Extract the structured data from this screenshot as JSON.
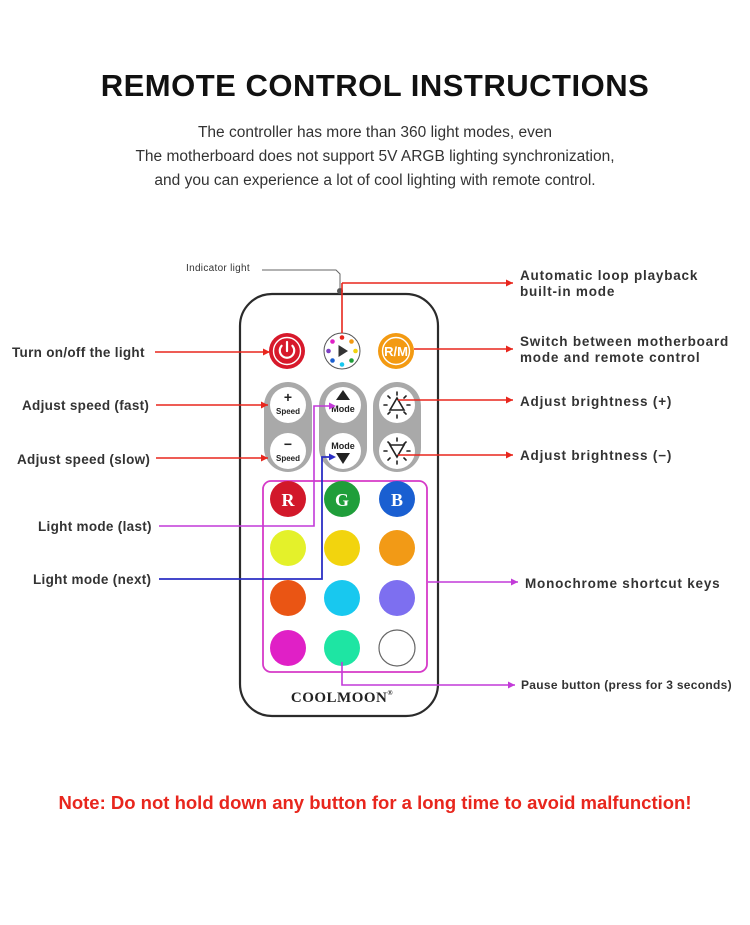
{
  "title": "REMOTE CONTROL INSTRUCTIONS",
  "subtitle_lines": [
    "The controller has more than 360 light modes, even",
    "The motherboard does not support 5V ARGB lighting synchronization,",
    "and you can experience a lot of cool lighting with remote control."
  ],
  "labels": {
    "indicator": "Indicator light",
    "auto_loop_1": "Automatic loop playback",
    "auto_loop_2": "built-in mode",
    "switch_1": "Switch between motherboard",
    "switch_2": "mode and remote control",
    "brightness_up": "Adjust brightness (+)",
    "brightness_down": "Adjust brightness (−)",
    "mono": "Monochrome shortcut keys",
    "pause": "Pause button (press for 3 seconds)",
    "power": "Turn on/off the light",
    "speed_fast": "Adjust speed (fast)",
    "speed_slow": "Adjust speed (slow)",
    "mode_last": "Light mode (last)",
    "mode_next": "Light mode (next)"
  },
  "remote": {
    "brand": "COOLMOON",
    "mark": "®",
    "rm_label": "R/M",
    "speed_label": "Speed",
    "mode_label": "Mode",
    "plus": "+",
    "minus": "−",
    "rgb_labels": [
      "R",
      "G",
      "B"
    ]
  },
  "colors": {
    "power": "#d7192b",
    "rm": "#f39a12",
    "red": "#d2182a",
    "green": "#1f9e3a",
    "blue": "#1a5fd1",
    "lime": "#e4f12a",
    "yellow": "#f2d40e",
    "orange": "#f29a16",
    "red_orange": "#ea5514",
    "cyan": "#18c8ef",
    "violet": "#7d6ff0",
    "magenta": "#e020c6",
    "mint": "#1ee5a3",
    "white": "#ffffff",
    "red_line": "#e8261d",
    "magenta_line": "#c23ad8",
    "blue_line": "#2b2fc4",
    "note": "#e8261d"
  },
  "note": "Note: Do not hold down any button for a long time to avoid malfunction!"
}
